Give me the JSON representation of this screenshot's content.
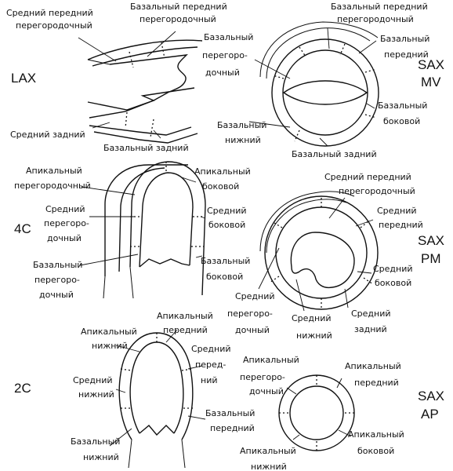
{
  "views": {
    "lax": "LAX",
    "sax_mv": [
      "SAX",
      "MV"
    ],
    "c4": "4C",
    "sax_pm": [
      "SAX",
      "PM"
    ],
    "c2": "2C",
    "sax_ap": [
      "SAX",
      "AP"
    ]
  },
  "lax": {
    "mid_anterior_septal": [
      "Средний передний",
      "перегородочный"
    ],
    "basal_anterior_septal": [
      "Базальный передний",
      "перегородочный"
    ],
    "mid_inferior": [
      "Средний задний"
    ],
    "basal_inferior": [
      "Базальный задний"
    ]
  },
  "sax_mv": {
    "basal_anterior_septal": [
      "Базальный передний",
      "перегородочный"
    ],
    "basal_septal": [
      "Базальный",
      "перегоро-",
      "дочный"
    ],
    "basal_anterior": [
      "Базальный",
      "передний"
    ],
    "basal_lateral": [
      "Базальный",
      "боковой"
    ],
    "basal_lower": [
      "Базальный",
      "нижний"
    ],
    "basal_posterior": [
      "Базальный задний"
    ]
  },
  "c4": {
    "apical_septal": [
      "Апикальный",
      "перегородочный"
    ],
    "apical_lateral": [
      "Апикальный",
      "боковой"
    ],
    "mid_septal": [
      "Средний",
      "перегоро-",
      "дочный"
    ],
    "mid_lateral": [
      "Средний",
      "боковой"
    ],
    "basal_septal": [
      "Базальный",
      "перегоро-",
      "дочный"
    ],
    "basal_lateral": [
      "Базальный",
      "боковой"
    ]
  },
  "sax_pm": {
    "mid_anterior_septal": [
      "Средний передний",
      "перегородочный"
    ],
    "mid_anterior": [
      "Средний",
      "передний"
    ],
    "mid_lateral": [
      "Средний",
      "боковой"
    ],
    "mid_septal": [
      "Средний",
      "перегоро-",
      "дочный"
    ],
    "mid_inferior": [
      "Средний",
      "нижний"
    ],
    "mid_posterior": [
      "Средний",
      "задний"
    ]
  },
  "c2": {
    "apical_lower": [
      "Апикальный",
      "нижний"
    ],
    "apical_anterior": [
      "Апикальный",
      "передний"
    ],
    "mid_inferior": [
      "Средний",
      "нижний"
    ],
    "mid_anterior": [
      "Средний",
      "перед-",
      "ний"
    ],
    "basal_lower": [
      "Базальный",
      "нижний"
    ],
    "basal_anterior": [
      "Базальный",
      "передний"
    ]
  },
  "sax_ap": {
    "apical_septal": [
      "Апикальный",
      "перегоро-",
      "дочный"
    ],
    "apical_anterior": [
      "Апикальный",
      "передний"
    ],
    "apical_lower": [
      "Апикальный",
      "нижний"
    ],
    "apical_lateral": [
      "Апикальный",
      "боковой"
    ]
  }
}
